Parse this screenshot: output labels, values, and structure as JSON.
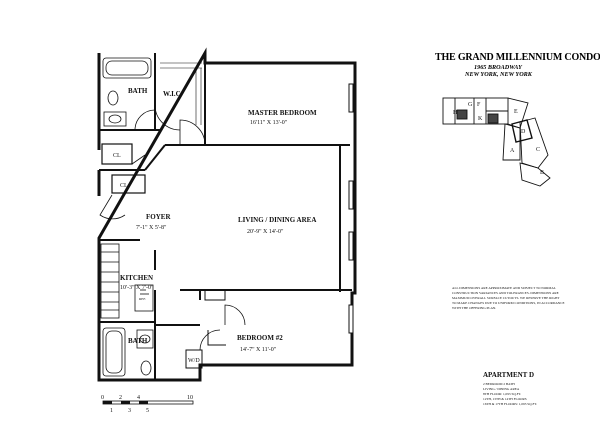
{
  "building": {
    "name": "THE GRAND MILLENNIUM CONDOMINIUM",
    "street": "1965 BROADWAY",
    "city": "NEW YORK, NEW YORK"
  },
  "rooms": {
    "master_bedroom": {
      "name": "MASTER BEDROOM",
      "dims": "16'11\" X 13'-0\""
    },
    "living_dining": {
      "name": "LIVING / DINING AREA",
      "dims": "20'-9\" X 14'-0\""
    },
    "bedroom2": {
      "name": "BEDROOM #2",
      "dims": "14'-7\" X 11'-0\""
    },
    "foyer": {
      "name": "FOYER",
      "dims": "7'-1\" X 5'-8\""
    },
    "kitchen": {
      "name": "KITCHEN",
      "dims": "10'-3\" X 7'-0\""
    },
    "bath_top": "BATH",
    "bath_bottom": "BATH",
    "wic": "W.I.C.",
    "closet1": "CL",
    "closet2": "CL",
    "wd": "W/D",
    "ref": "REF."
  },
  "keyplan": {
    "units": [
      "H",
      "G",
      "F",
      "K",
      "E",
      "D",
      "A",
      "C",
      "B"
    ]
  },
  "disclaimer": [
    "ALL DIMENSIONS ARE APPROXIMATE AND SUBJECT TO NORMAL",
    "CONSTRUCTION VARIANCES AND TOLERANCES. DIMENSIONS ARE",
    "MAXIMUM OVERALL SURFACE CUTOUTS. WE RESERVE THE RIGHT",
    "TO MAKE CHANGES DUE TO UNIFORM CONDITIONS, IN ACCORDANCE",
    "WITH THE OFFERING PLAN."
  ],
  "apartment": {
    "label": "APARTMENT D",
    "details": [
      "2 BEDROOM 2 BATH",
      "LIVING / DINING AREA",
      "8TH FLOOR: 1,093 SQ.FT.",
      "12TH, 13TH & 14TH FLOORS",
      "16TH & 17TH FLOORS: 1,093 SQ.FT."
    ]
  },
  "scale": {
    "ticks": [
      "0",
      "2",
      "4",
      "10"
    ],
    "sub_ticks": [
      "1",
      "3",
      "5"
    ]
  }
}
